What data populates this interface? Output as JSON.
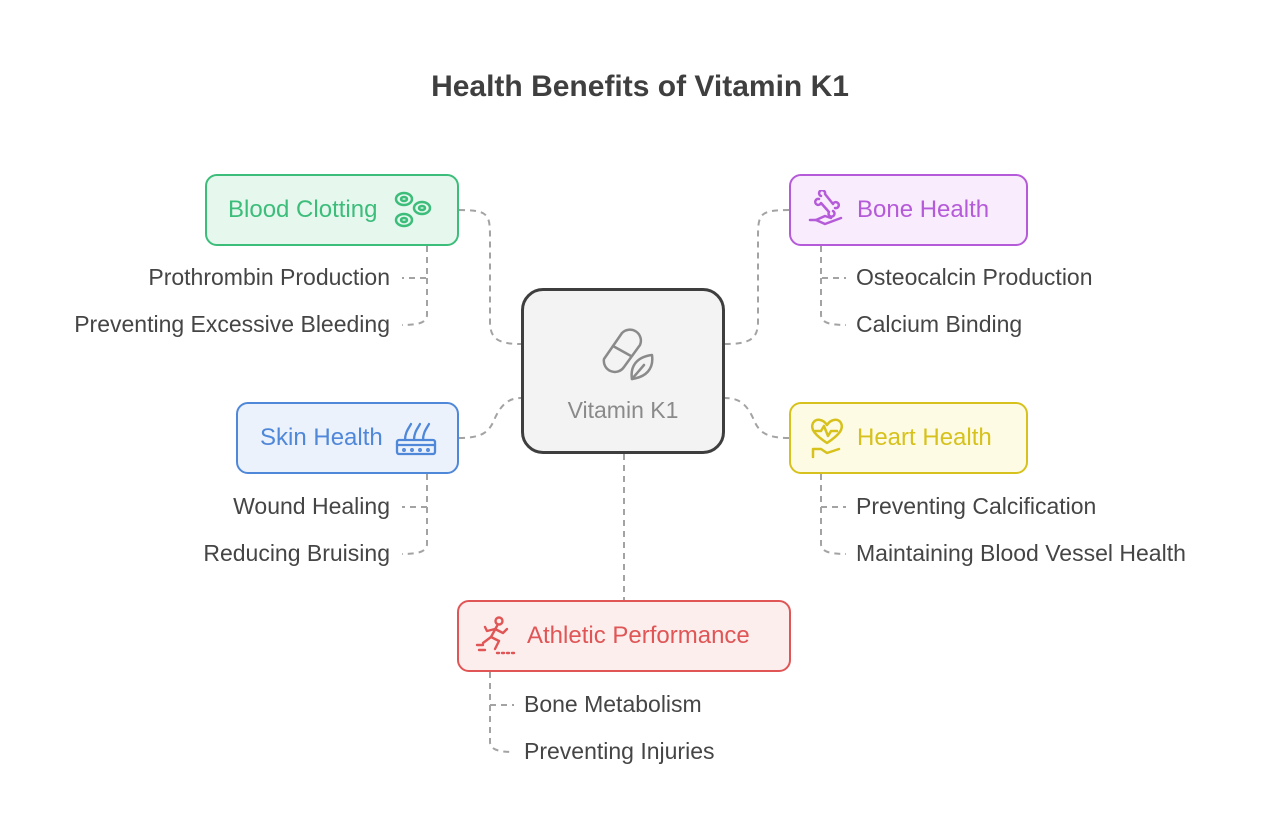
{
  "title": "Health Benefits of Vitamin K1",
  "center": {
    "label": "Vitamin K1",
    "icon": "pill-leaf-icon"
  },
  "branches": {
    "blood_clotting": {
      "label": "Blood Clotting",
      "icon": "blood-cells-icon",
      "color": "#3cbd7a",
      "fill": "#e6f7ee",
      "items": [
        "Prothrombin Production",
        "Preventing Excessive Bleeding"
      ]
    },
    "bone_health": {
      "label": "Bone Health",
      "icon": "hand-bone-icon",
      "color": "#b55ad8",
      "fill": "#f8ecfd",
      "items": [
        "Osteocalcin Production",
        "Calcium Binding"
      ]
    },
    "skin_health": {
      "label": "Skin Health",
      "icon": "skin-layers-icon",
      "color": "#4f87d9",
      "fill": "#ebf2fc",
      "items": [
        "Wound Healing",
        "Reducing Bruising"
      ]
    },
    "heart_health": {
      "label": "Heart Health",
      "icon": "heart-pulse-hand-icon",
      "color": "#d7c11d",
      "fill": "#fdfbe3",
      "items": [
        "Preventing Calcification",
        "Maintaining Blood Vessel Health"
      ]
    },
    "athletic_performance": {
      "label": "Athletic Performance",
      "icon": "runner-icon",
      "color": "#e05555",
      "fill": "#fdeeee",
      "items": [
        "Bone Metabolism",
        "Preventing Injuries"
      ]
    }
  }
}
